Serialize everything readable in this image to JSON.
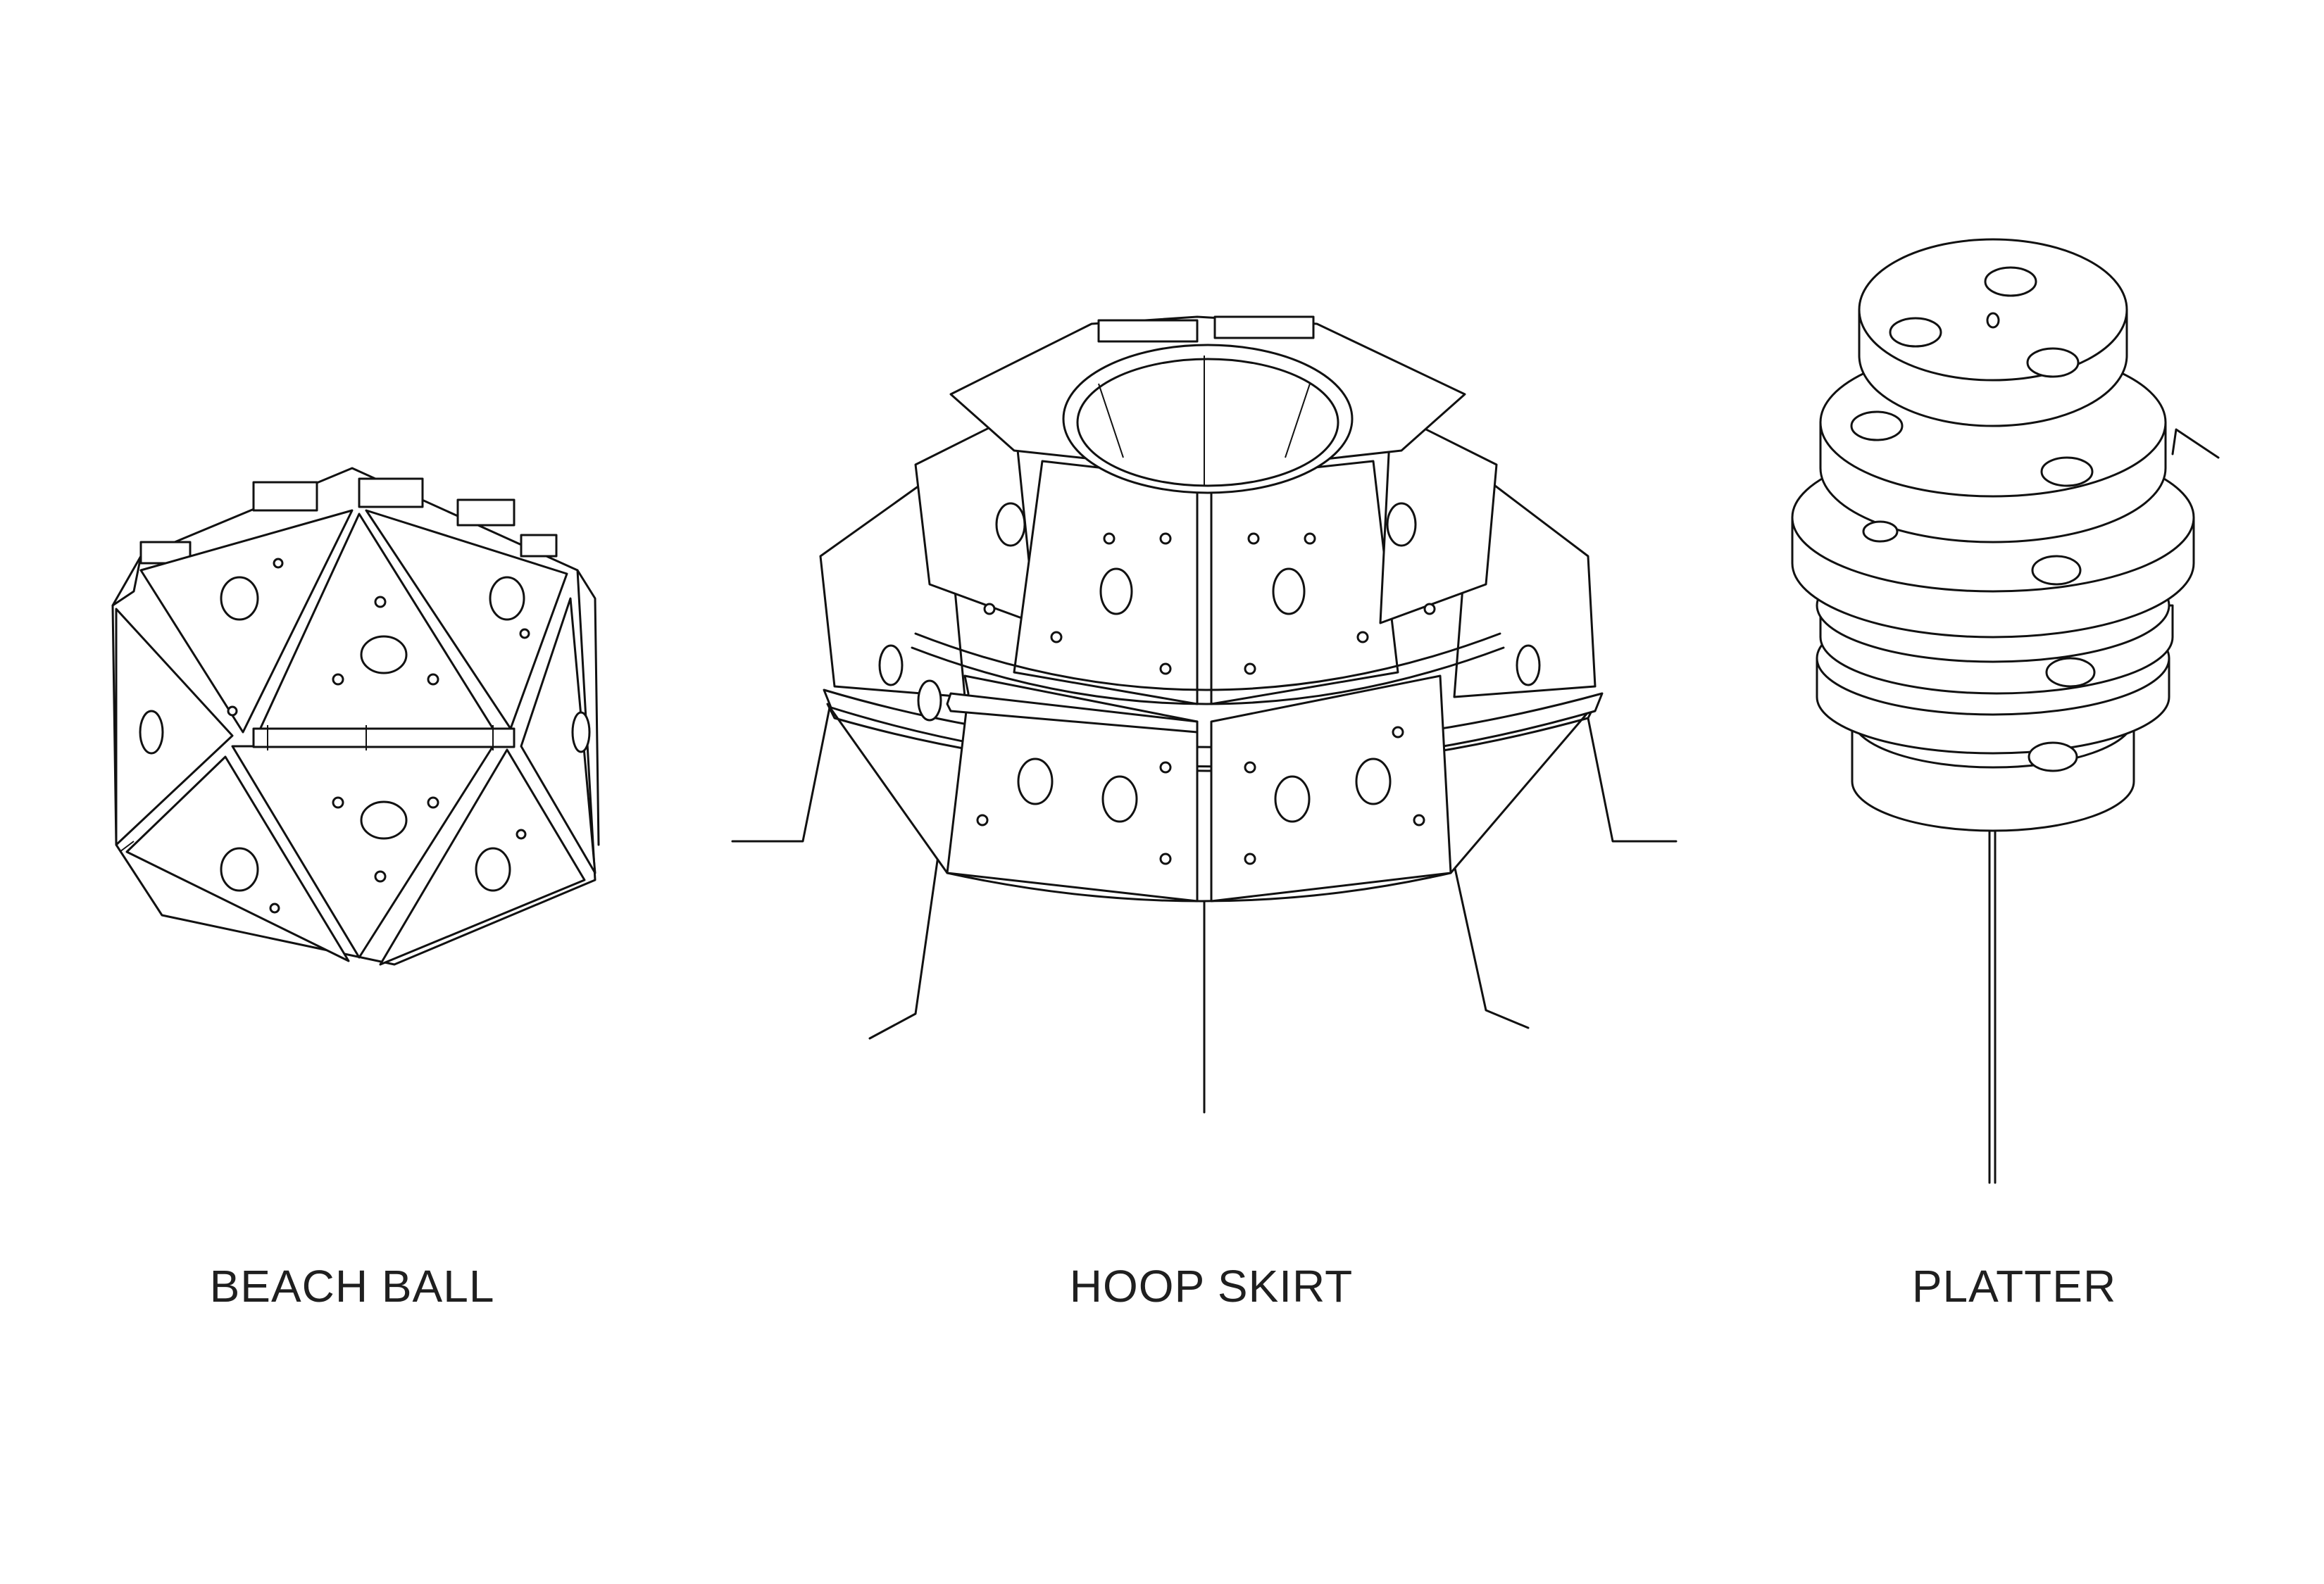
{
  "figures": [
    {
      "label": "BEACH BALL",
      "icon": "beach-ball-icosahedron-drawing"
    },
    {
      "label": "HOOP SKIRT",
      "icon": "hoop-skirt-cone-drawing"
    },
    {
      "label": "PLATTER",
      "icon": "platter-stacked-discs-drawing"
    }
  ],
  "colors": {
    "background": "#ffffff",
    "line": "#111111",
    "text": "#1f1f1f"
  }
}
